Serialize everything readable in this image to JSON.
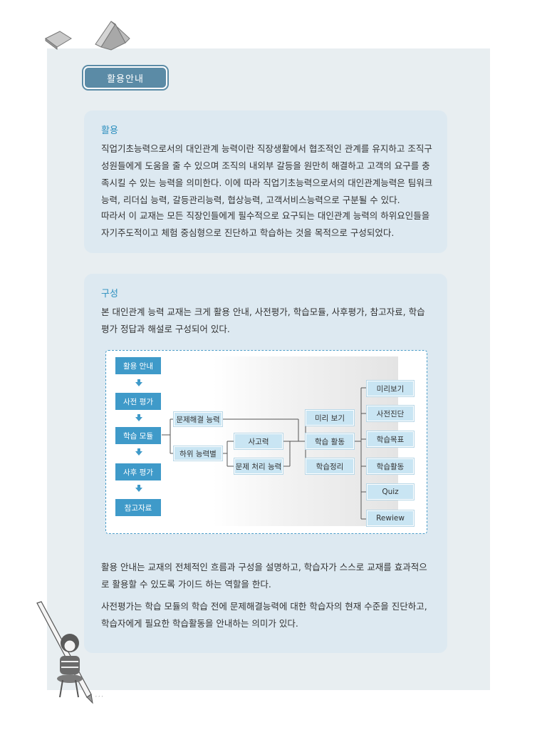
{
  "header": {
    "badge": "활용안내"
  },
  "usage": {
    "title": "활용",
    "para1": "직업기초능력으로서의 대인관계 능력이란 직장생활에서 협조적인 관계를 유지하고 조직구성원들에게 도움을 줄 수 있으며 조직의 내외부 갈등을 원만히 해결하고 고객의 요구를 충족시킬 수 있는 능력을 의미한다. 이에 따라 직업기초능력으로서의 대인관계능력은 팀워크 능력, 리더십 능력, 갈등관리능력, 협상능력, 고객서비스능력으로 구분될 수 있다.",
    "para2": " 따라서 이 교재는 모든 직장인들에게 필수적으로 요구되는 대인관계 능력의 하위요인들을 자기주도적이고 체험 중심형으로 진단하고 학습하는 것을 목적으로 구성되었다."
  },
  "structure": {
    "title": "구성",
    "intro": "본 대인관계 능력 교재는 크게 활용 안내, 사전평가, 학습모듈, 사후평가, 참고자료, 학습평가 정답과 해설로 구성되어 있다.",
    "para1": "활용 안내는 교재의 전체적인 흐름과 구성을 설명하고, 학습자가 스스로 교재를 효과적으로 활용할 수 있도록 가이드 하는 역할을 한다.",
    "para2": "사전평가는 학습 모듈의 학습 전에 문제해결능력에 대한 학습자의 현재 수준을 진단하고, 학습자에게 필요한 학습활동을 안내하는 의미가 있다."
  },
  "diagram": {
    "flow": [
      "활용 안내",
      "사전 평가",
      "학습 모듈",
      "사후 평가",
      "참고자료"
    ],
    "module_branches": [
      "문제해결 능력",
      "하위 능력별"
    ],
    "sub_abilities": [
      "사고력",
      "문제 처리 능력"
    ],
    "learning_steps": [
      "미리 보기",
      "학습 활동",
      "학습정리"
    ],
    "activities": [
      "미리보기",
      "사전진단",
      "학습목표",
      "학습활동",
      "Quiz",
      "Rewiew"
    ]
  },
  "colors": {
    "accent": "#3f9ac9",
    "title": "#2c8fbf",
    "badge": "#5b8ba6",
    "card": "#dde9f1",
    "panel": "#e8eef1"
  }
}
